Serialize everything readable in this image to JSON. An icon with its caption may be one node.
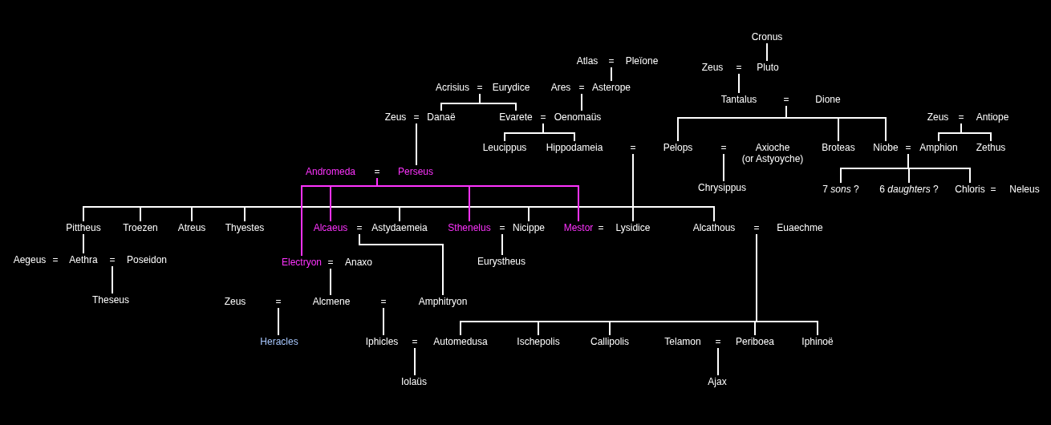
{
  "diagram": {
    "nodes": [
      {
        "text": [
          "Cronus"
        ]
      },
      {
        "text": [
          "Atlas"
        ]
      },
      {
        "text": [
          "="
        ]
      },
      {
        "text": [
          "Pleïone"
        ]
      },
      {
        "text": [
          "Zeus"
        ]
      },
      {
        "text": [
          "="
        ]
      },
      {
        "text": [
          "Pluto"
        ]
      },
      {
        "text": [
          "Acrisius"
        ]
      },
      {
        "text": [
          "="
        ]
      },
      {
        "text": [
          "Eurydice"
        ]
      },
      {
        "text": [
          "Ares"
        ]
      },
      {
        "text": [
          "="
        ]
      },
      {
        "text": [
          "Asterope"
        ]
      },
      {
        "text": [
          "Tantalus"
        ]
      },
      {
        "text": [
          "="
        ]
      },
      {
        "text": [
          "Dione"
        ]
      },
      {
        "text": [
          "Zeus"
        ]
      },
      {
        "text": [
          "="
        ]
      },
      {
        "text": [
          "Danaë"
        ]
      },
      {
        "text": [
          "Evarete"
        ]
      },
      {
        "text": [
          "="
        ]
      },
      {
        "text": [
          "Oenomaüs"
        ]
      },
      {
        "text": [
          "Zeus"
        ]
      },
      {
        "text": [
          "="
        ]
      },
      {
        "text": [
          "Antiope"
        ]
      },
      {
        "text": [
          "Leucippus"
        ]
      },
      {
        "text": [
          "Hippodameia"
        ]
      },
      {
        "text": [
          "="
        ]
      },
      {
        "text": [
          "Pelops"
        ]
      },
      {
        "text": [
          "="
        ]
      },
      {
        "text": [
          "Axioche",
          "(or Astyoyche)"
        ]
      },
      {
        "text": [
          "Broteas"
        ]
      },
      {
        "text": [
          "Niobe"
        ]
      },
      {
        "text": [
          "="
        ]
      },
      {
        "text": [
          "Amphion"
        ]
      },
      {
        "text": [
          "Zethus"
        ]
      },
      {
        "text": [
          "Andromeda"
        ]
      },
      {
        "text": [
          "="
        ]
      },
      {
        "text": [
          "Perseus"
        ]
      },
      {
        "text": [
          "Chrysippus"
        ]
      },
      {
        "text": [
          "7 *sons* ?"
        ]
      },
      {
        "text": [
          "6 *daughters* ?"
        ]
      },
      {
        "text": [
          "Chloris"
        ]
      },
      {
        "text": [
          "="
        ]
      },
      {
        "text": [
          "Neleus"
        ]
      },
      {
        "text": [
          "Pittheus"
        ]
      },
      {
        "text": [
          "Troezen"
        ]
      },
      {
        "text": [
          "Atreus"
        ]
      },
      {
        "text": [
          "Thyestes"
        ]
      },
      {
        "text": [
          "Alcaeus"
        ]
      },
      {
        "text": [
          "="
        ]
      },
      {
        "text": [
          "Astydaemeia"
        ]
      },
      {
        "text": [
          "Sthenelus"
        ]
      },
      {
        "text": [
          "="
        ]
      },
      {
        "text": [
          "Nicippe"
        ]
      },
      {
        "text": [
          "Mestor"
        ]
      },
      {
        "text": [
          "="
        ]
      },
      {
        "text": [
          "Lysidice"
        ]
      },
      {
        "text": [
          "Alcathous"
        ]
      },
      {
        "text": [
          "="
        ]
      },
      {
        "text": [
          "Euaechme"
        ]
      },
      {
        "text": [
          "Aegeus"
        ]
      },
      {
        "text": [
          "="
        ]
      },
      {
        "text": [
          "Aethra"
        ]
      },
      {
        "text": [
          "="
        ]
      },
      {
        "text": [
          "Poseidon"
        ]
      },
      {
        "text": [
          "Electryon"
        ]
      },
      {
        "text": [
          "="
        ]
      },
      {
        "text": [
          "Anaxo"
        ]
      },
      {
        "text": [
          "Eurystheus"
        ]
      },
      {
        "text": [
          "Theseus"
        ]
      },
      {
        "text": [
          "Zeus"
        ]
      },
      {
        "text": [
          "="
        ]
      },
      {
        "text": [
          "Alcmene"
        ]
      },
      {
        "text": [
          "="
        ]
      },
      {
        "text": [
          "Amphitryon"
        ]
      },
      {
        "text": [
          "Heracles"
        ]
      },
      {
        "text": [
          "Iphicles"
        ]
      },
      {
        "text": [
          "="
        ]
      },
      {
        "text": [
          "Automedusa"
        ]
      },
      {
        "text": [
          "Ischepolis"
        ]
      },
      {
        "text": [
          "Callipolis"
        ]
      },
      {
        "text": [
          "Telamon"
        ]
      },
      {
        "text": [
          "="
        ]
      },
      {
        "text": [
          "Periboea"
        ]
      },
      {
        "text": [
          "Iphinoë"
        ]
      },
      {
        "text": [
          "Iolaüs"
        ]
      },
      {
        "text": [
          "Ajax"
        ]
      }
    ],
    "edges": [
      {
        "from": 0,
        "to": 6,
        "arrow": "none"
      },
      {
        "from": 2,
        "to": 12,
        "arrow": "none"
      },
      {
        "from": 5,
        "to": 13,
        "arrow": "none"
      },
      {
        "from": 8,
        "to": 18,
        "arrow": "none"
      },
      {
        "from": 8,
        "to": 19,
        "arrow": "none"
      },
      {
        "from": 11,
        "to": 21,
        "arrow": "none"
      },
      {
        "from": 14,
        "to": 28,
        "arrow": "none"
      },
      {
        "from": 14,
        "to": 31,
        "arrow": "none"
      },
      {
        "from": 14,
        "to": 32,
        "arrow": "none"
      },
      {
        "from": 20,
        "to": 25,
        "arrow": "none"
      },
      {
        "from": 20,
        "to": 26,
        "arrow": "none"
      },
      {
        "from": 23,
        "to": 34,
        "arrow": "none"
      },
      {
        "from": 23,
        "to": 35,
        "arrow": "none"
      },
      {
        "from": 17,
        "to": 38,
        "arrow": "none"
      },
      {
        "from": 27,
        "to": 45,
        "arrow": "none"
      },
      {
        "from": 27,
        "to": 46,
        "arrow": "none"
      },
      {
        "from": 27,
        "to": 47,
        "arrow": "none"
      },
      {
        "from": 27,
        "to": 48,
        "arrow": "none"
      },
      {
        "from": 27,
        "to": 51,
        "arrow": "none"
      },
      {
        "from": 27,
        "to": 54,
        "arrow": "none"
      },
      {
        "from": 27,
        "to": 57,
        "arrow": "none"
      },
      {
        "from": 27,
        "to": 58,
        "arrow": "none"
      },
      {
        "from": 29,
        "to": 39,
        "arrow": "none"
      },
      {
        "from": 33,
        "to": 40,
        "arrow": "none"
      },
      {
        "from": 33,
        "to": 41,
        "arrow": "none"
      },
      {
        "from": 33,
        "to": 42,
        "arrow": "none"
      },
      {
        "from": 37,
        "to": 66,
        "arrow": "none",
        "color": "#ff33ff"
      },
      {
        "from": 37,
        "to": 49,
        "arrow": "none",
        "color": "#ff33ff"
      },
      {
        "from": 37,
        "to": 52,
        "arrow": "none",
        "color": "#ff33ff"
      },
      {
        "from": 37,
        "to": 55,
        "arrow": "none",
        "color": "#ff33ff"
      },
      {
        "from": 45,
        "to": 63,
        "arrow": "none"
      },
      {
        "from": 64,
        "to": 70,
        "arrow": "none"
      },
      {
        "from": 50,
        "to": 75,
        "arrow": "none"
      },
      {
        "from": 67,
        "to": 73,
        "arrow": "none"
      },
      {
        "from": 53,
        "to": 69,
        "arrow": "none"
      },
      {
        "from": 72,
        "to": 76,
        "arrow": "none"
      },
      {
        "from": 74,
        "to": 77,
        "arrow": "none"
      },
      {
        "from": 59,
        "to": 79,
        "arrow": "none"
      },
      {
        "from": 59,
        "to": 80,
        "arrow": "none"
      },
      {
        "from": 59,
        "to": 81,
        "arrow": "none"
      },
      {
        "from": 59,
        "to": 84,
        "arrow": "none"
      },
      {
        "from": 59,
        "to": 85,
        "arrow": "none"
      },
      {
        "from": 78,
        "to": 86,
        "arrow": "none"
      },
      {
        "from": 83,
        "to": 87,
        "arrow": "none"
      }
    ]
  }
}
